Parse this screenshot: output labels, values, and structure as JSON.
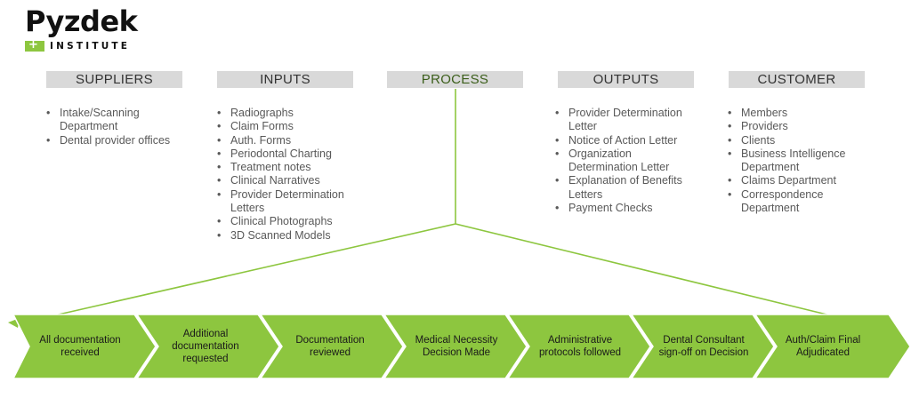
{
  "logo": {
    "name": "Pyzdek",
    "subtitle": "INSTITUTE"
  },
  "columns": [
    {
      "header": "SUPPLIERS",
      "items": [
        "Intake/Scanning Department",
        "Dental provider offices"
      ]
    },
    {
      "header": "INPUTS",
      "items": [
        "Radiographs",
        "Claim Forms",
        "Auth. Forms",
        "Periodontal Charting",
        "Treatment notes",
        "Clinical Narratives",
        "Provider Determination Letters",
        "Clinical Photographs",
        "3D Scanned Models"
      ]
    },
    {
      "header": "PROCESS",
      "items": []
    },
    {
      "header": "OUTPUTS",
      "items": [
        "Provider Determination Letter",
        "Notice of Action Letter",
        "Organization Determination Letter",
        "Explanation of Benefits Letters",
        "Payment Checks"
      ]
    },
    {
      "header": "CUSTOMER",
      "items": [
        "Members",
        "Providers",
        "Clients",
        "Business Intelligence Department",
        "Claims Department",
        "Correspondence Department"
      ]
    }
  ],
  "steps": [
    "All documentation received",
    "Additional documentation requested",
    "Documentation reviewed",
    "Medical Necessity Decision Made",
    "Administrative protocols followed",
    "Dental Consultant sign-off on Decision",
    "Auth/Claim Final Adjudicated"
  ],
  "colors": {
    "chevron_fill": "#8dc63f",
    "connector": "#8dc63f",
    "header_bg": "#d9d9d9"
  }
}
